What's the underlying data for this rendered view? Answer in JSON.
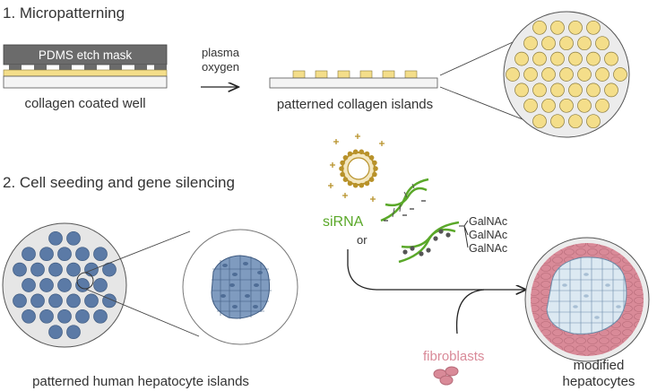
{
  "step1": {
    "title": "1. Micropatterning",
    "mask_label": "PDMS etch mask",
    "arrow_top": "plasma",
    "arrow_bottom": "oxygen",
    "well_label": "collagen coated well",
    "islands_label": "patterned collagen islands"
  },
  "step2": {
    "title": "2. Cell seeding and gene silencing",
    "sirna_label": "siRNA",
    "or_label": "or",
    "galnac": [
      "GalNAc",
      "GalNAc",
      "GalNAc"
    ],
    "fibroblasts_label": "fibroblasts",
    "hep_islands_label": "patterned human hepatocyte islands",
    "modified_line1": "modified",
    "modified_line2": "hepatocytes"
  },
  "colors": {
    "mask": "#6b6b6b",
    "collagen": "#f4de8a",
    "hepatocyte": "#5b7aa6",
    "sirna": "#5aa829",
    "lipid": "#b8922a",
    "fibroblast": "#d98a98",
    "modified_cell": "#dce9f2"
  }
}
